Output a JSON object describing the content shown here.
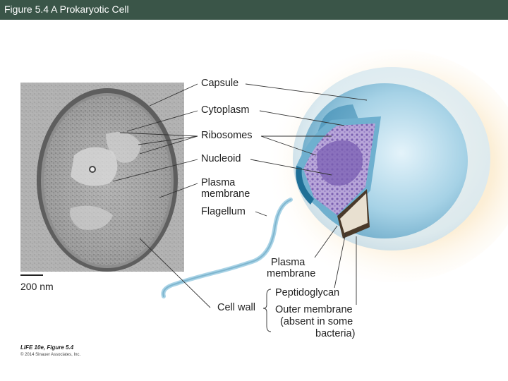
{
  "header": {
    "title": "Figure 5.4  A Prokaryotic Cell"
  },
  "micrograph": {
    "scale_label": "200 nm"
  },
  "labels": {
    "capsule": "Capsule",
    "cytoplasm": "Cytoplasm",
    "ribosomes": "Ribosomes",
    "nucleoid": "Nucleoid",
    "plasma_membrane_1": "Plasma",
    "plasma_membrane_2": "membrane",
    "flagellum": "Flagellum",
    "plasma_membrane_lower_1": "Plasma",
    "plasma_membrane_lower_2": "membrane",
    "cell_wall": "Cell wall",
    "peptidoglycan": "Peptidoglycan",
    "outer_membrane_1": "Outer membrane",
    "outer_membrane_2": "(absent in some",
    "outer_membrane_3": "bacteria)"
  },
  "credit": {
    "line1": "LIFE 10e, Figure 5.4",
    "line2": "© 2014 Sinauer Associates, Inc."
  },
  "colors": {
    "header_bg": "#3a5548",
    "cell_blue": "#8fc4dc",
    "nucleoid_purple": "#8a6fb8",
    "glow": "#f6c57a"
  }
}
